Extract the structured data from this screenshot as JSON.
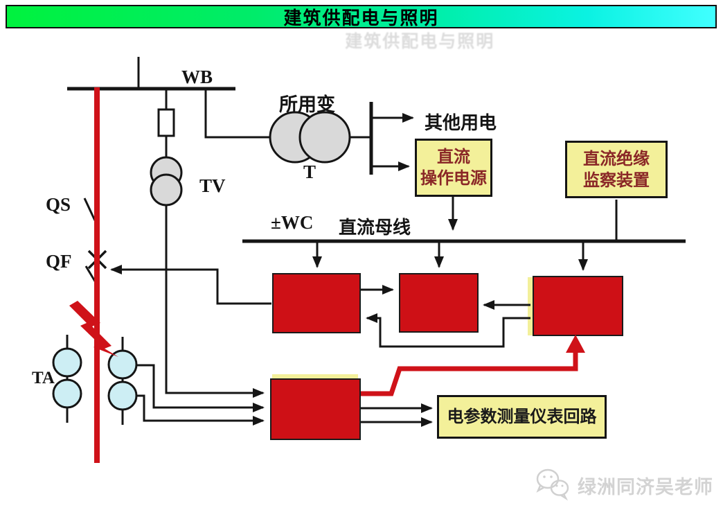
{
  "header": {
    "title": "建筑供配电与照明"
  },
  "diagram": {
    "labels": {
      "wb": "WB",
      "station_transformer": "所用变",
      "t": "T",
      "tv": "TV",
      "qs": "QS",
      "qf": "QF",
      "ta": "TA",
      "other_loads": "其他用电",
      "dc_bus_code": "±WC",
      "dc_bus_name": "直流母线"
    },
    "boxes": {
      "dc_operating_power": {
        "line1": "直流",
        "line2": "操作电源"
      },
      "dc_insulation_monitor": {
        "line1": "直流绝缘",
        "line2": "监察装置"
      },
      "meter_circuit": {
        "label": "电参数测量仪表回路"
      }
    },
    "icons": {
      "fault": "lightning-bolt",
      "fuse": "rectangle-fuse",
      "breaker_qf": "x-cross",
      "wechat": "speech-bubbles"
    },
    "colors": {
      "wire": "#151515",
      "accent_red": "#ce1016",
      "box_yellow": "#f3f09a",
      "box_text_red": "#8a2727",
      "transformer_fill": "#d9d9d9",
      "ct_fill": "#cdeef4",
      "header_gradient_left": "#00f23e",
      "header_gradient_right": "#41ffff",
      "watermark_gray": "#d3d3d3"
    }
  },
  "watermark": {
    "text": "绿洲同济吴老师"
  }
}
